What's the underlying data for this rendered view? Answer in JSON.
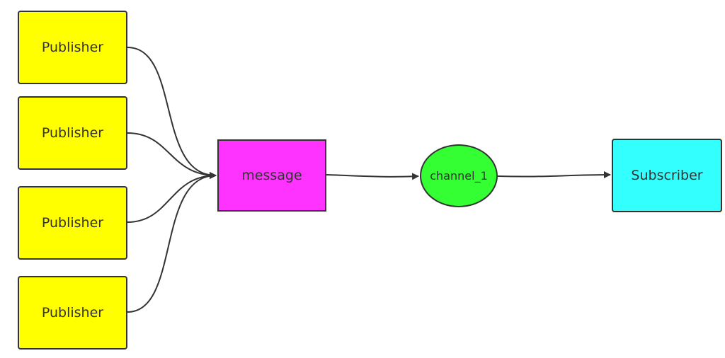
{
  "diagram": {
    "publishers": [
      {
        "label": "Publisher"
      },
      {
        "label": "Publisher"
      },
      {
        "label": "Publisher"
      },
      {
        "label": "Publisher"
      }
    ],
    "message": {
      "label": "message"
    },
    "channel": {
      "label": "channel_1"
    },
    "subscriber": {
      "label": "Subscriber"
    }
  },
  "colors": {
    "publisher_fill": "#ffff00",
    "message_fill": "#ff33ff",
    "channel_fill": "#33ff33",
    "subscriber_fill": "#33ffff",
    "stroke": "#333333",
    "text": "#333333"
  }
}
